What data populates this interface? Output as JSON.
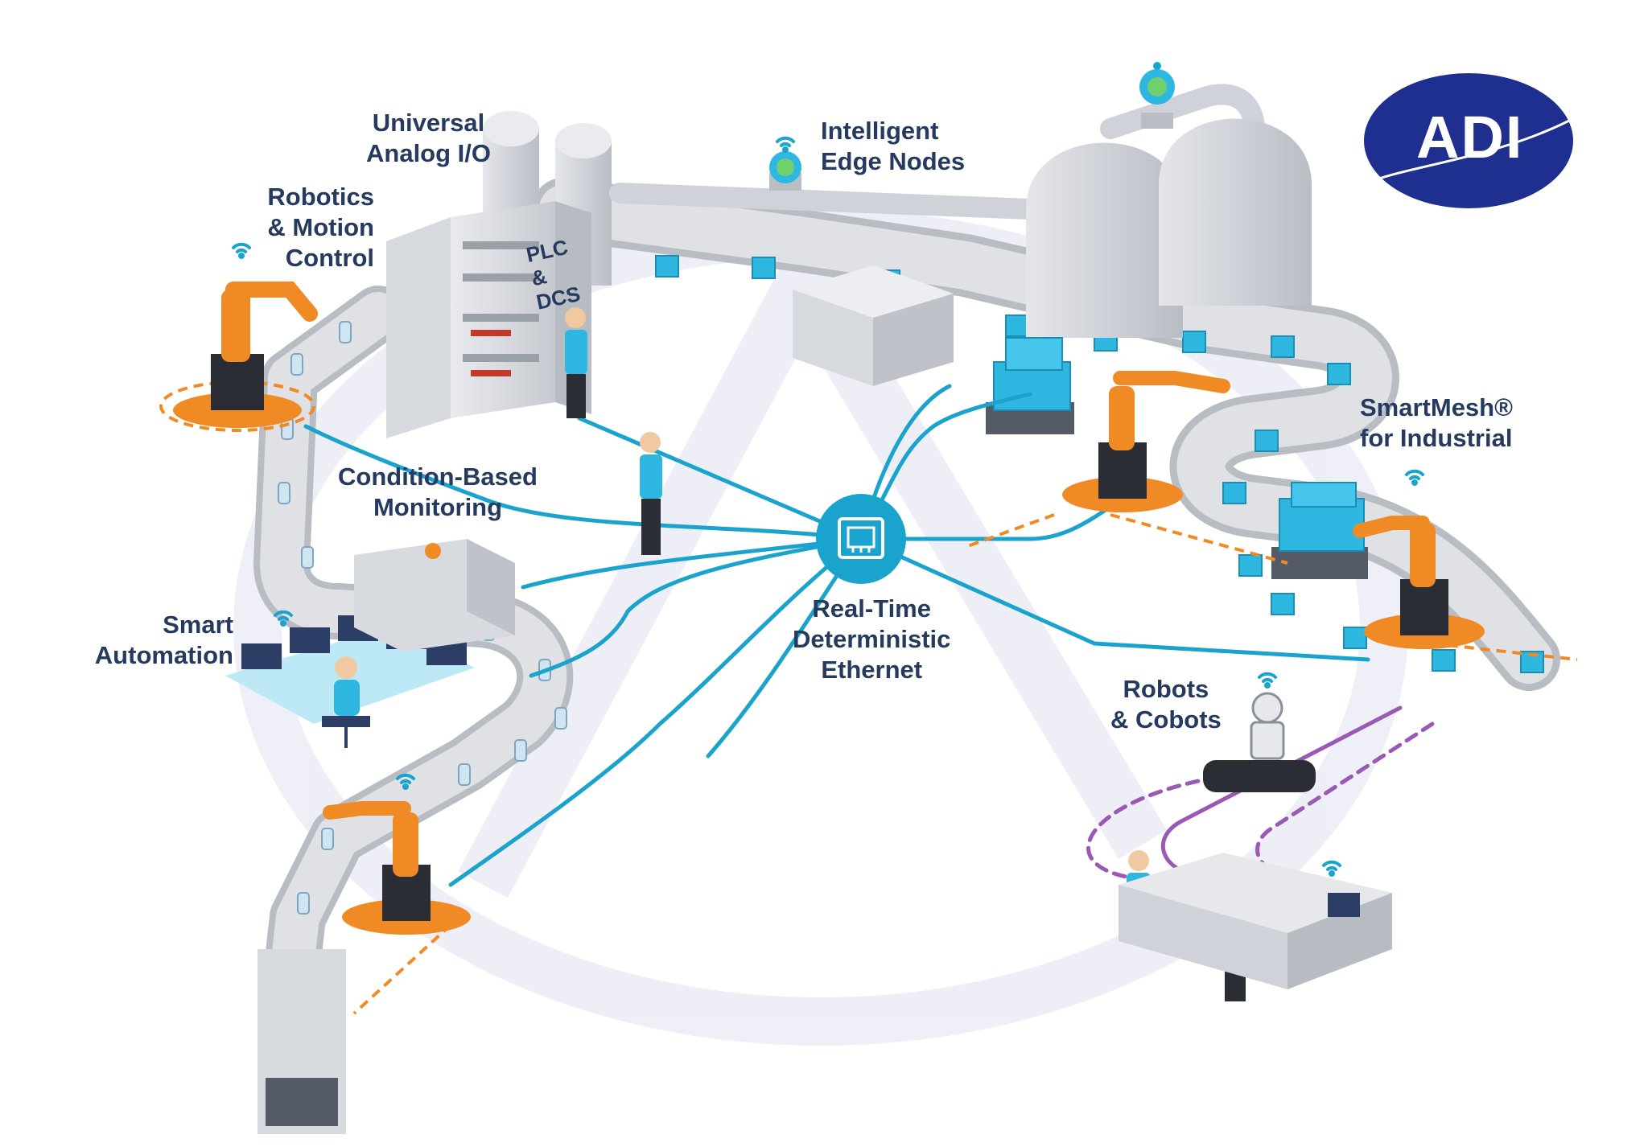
{
  "logo": {
    "text": "ADI",
    "color": "#1f2f8f"
  },
  "labels": {
    "universal_io": [
      "Universal",
      "Analog I/O"
    ],
    "edge_nodes": [
      "Intelligent",
      "Edge Nodes"
    ],
    "robotics": [
      "Robotics",
      "& Motion",
      "Control"
    ],
    "plc_dcs": [
      "PLC",
      "&",
      "DCS"
    ],
    "condition": [
      "Condition-Based",
      "Monitoring"
    ],
    "smart_automation": [
      "Smart",
      "Automation"
    ],
    "ethernet": [
      "Real-Time",
      "Deterministic",
      "Ethernet"
    ],
    "smartmesh": [
      "SmartMesh®",
      "for Industrial"
    ],
    "robots_cobots": [
      "Robots",
      "& Cobots"
    ]
  },
  "colors": {
    "network_line": "#1aa3cc",
    "robot_orange": "#f08a24",
    "conveyor": "#c9cdd3",
    "box": "#2eb7e0",
    "mesh_path": "#9b59b6",
    "label_text": "#253a5e"
  },
  "icons": [
    "ethernet-port-icon",
    "wifi-icon",
    "alarm-light-icon",
    "robot-arm-icon",
    "worker-icon",
    "monitor-icon"
  ]
}
